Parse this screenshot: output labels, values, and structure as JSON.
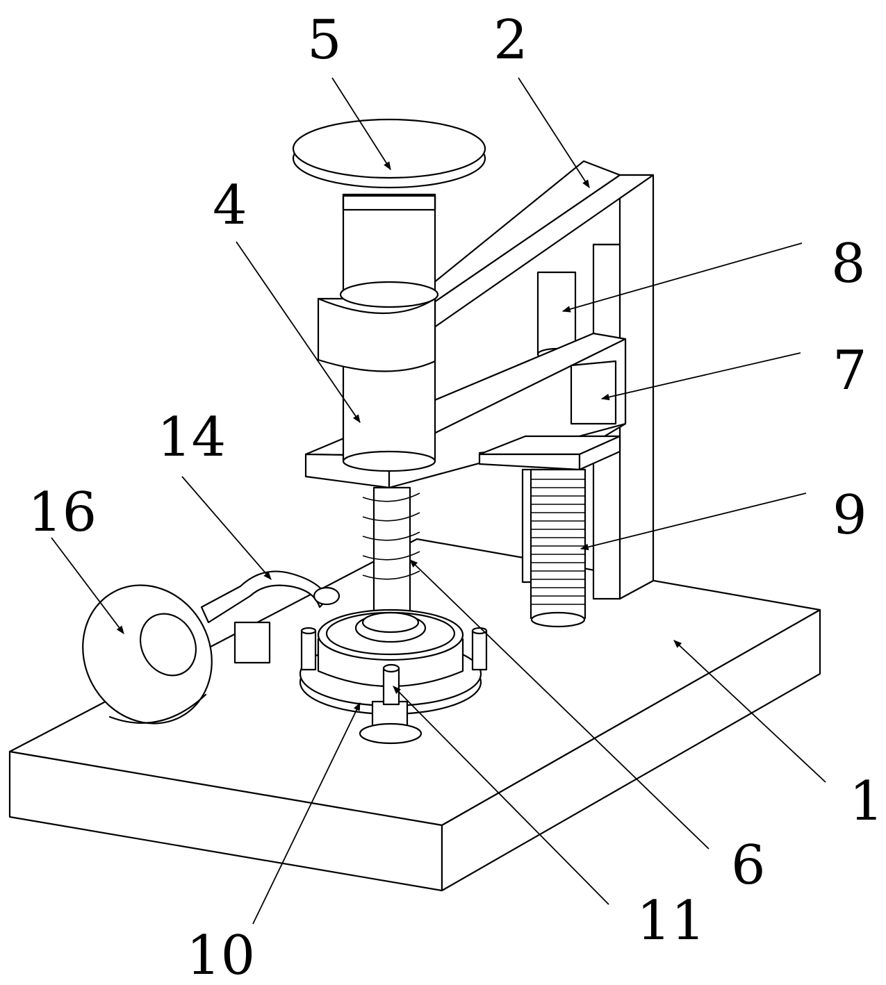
{
  "labels": {
    "l1": "1",
    "l2": "2",
    "l4": "4",
    "l5": "5",
    "l6": "6",
    "l7": "7",
    "l8": "8",
    "l9": "9",
    "l10": "10",
    "l11": "11",
    "l14": "14",
    "l16": "16"
  },
  "colors": {
    "line": "#000000",
    "background": "#ffffff"
  }
}
